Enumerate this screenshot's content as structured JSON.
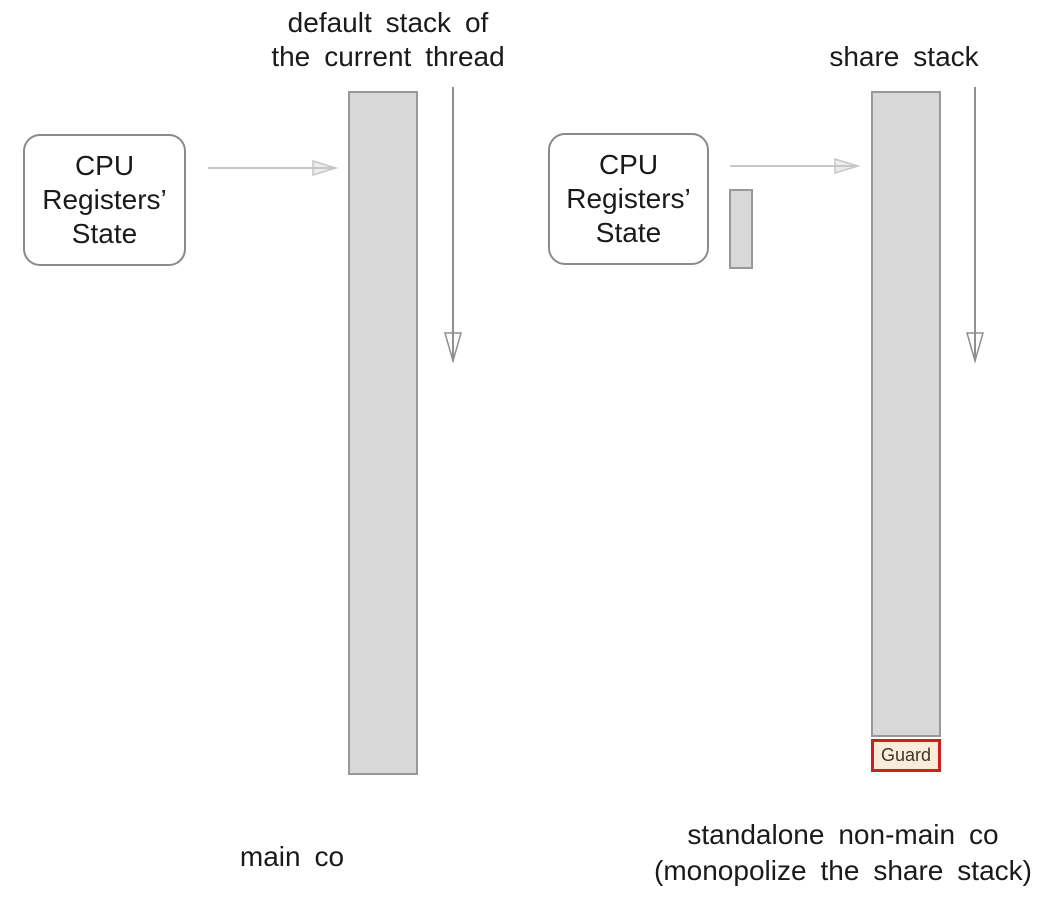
{
  "colors": {
    "text": "#1a1a1a",
    "box_border": "#8a8a8a",
    "stack_fill": "#d8d8d8",
    "stack_border": "#999999",
    "h_arrow": "#c6c6c6",
    "h_arrow_fill": "#ececec",
    "v_arrow": "#8f8f8f",
    "guard_bg": "#faecd8",
    "guard_border": "#cc1f1f",
    "guard_text": "#3c352b"
  },
  "left": {
    "title_line1": "default stack of",
    "title_line2": "the current thread",
    "cpu_box": {
      "line1": "CPU",
      "line2": "Registers’",
      "line3": "State"
    },
    "caption": "main co"
  },
  "right": {
    "title": "share stack",
    "cpu_box": {
      "line1": "CPU",
      "line2": "Registers’",
      "line3": "State"
    },
    "guard_label": "Guard",
    "caption_line1": "standalone non-main co",
    "caption_line2": "(monopolize the share stack)"
  }
}
